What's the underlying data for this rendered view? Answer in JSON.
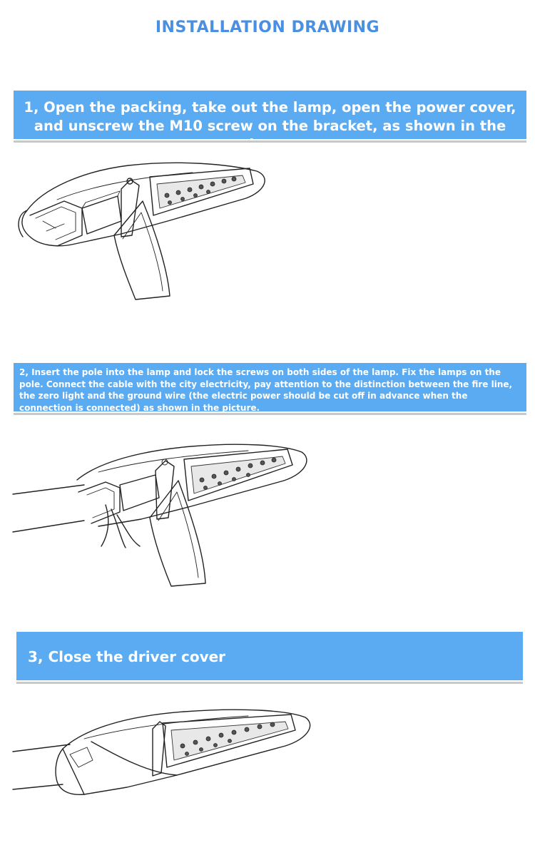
{
  "page": {
    "title": "INSTALLATION DRAWING"
  },
  "steps": [
    {
      "text": "1, Open the packing, take out the lamp, open the power cover, and unscrew the M10 screw on the bracket, as shown in the picture:"
    },
    {
      "text": "2, Insert the pole into the lamp and lock the screws on both sides of the lamp. Fix the lamps on the pole. Connect the cable with the city electricity, pay attention to the distinction between the fire line, the zero light and the ground wire (the electric power should be cut off in advance when the connection is connected) as shown in the picture."
    },
    {
      "text": "3, Close the driver cover"
    }
  ],
  "theme": {
    "title_color": "#4a90e2",
    "banner_color": "#5aabf2",
    "banner_text_color": "#ffffff",
    "rule_color": "#c8c8c8"
  }
}
